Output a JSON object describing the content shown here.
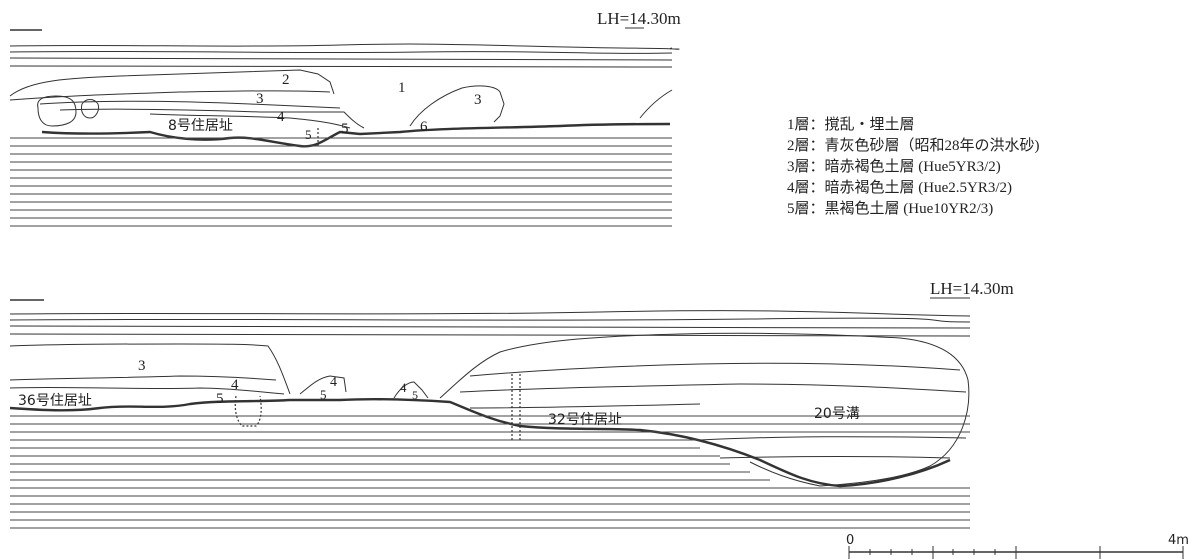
{
  "sections": [
    {
      "datum_label": "LH=14.30m",
      "layer_numbers": [
        "1",
        "2",
        "3",
        "4",
        "5",
        "3",
        "6",
        "5"
      ],
      "features": [
        "8号住居址"
      ]
    },
    {
      "datum_label": "LH=14.30m",
      "layer_numbers": [
        "3",
        "4",
        "5",
        "4",
        "5",
        "4",
        "5"
      ],
      "features": [
        "36号住居址",
        "32号住居址",
        "20号溝"
      ]
    }
  ],
  "legend": [
    "1層：撹乱・埋土層",
    "2層：青灰色砂層（昭和28年の洪水砂)",
    "3層：暗赤褐色土層 (Hue5YR3/2)",
    "4層：暗赤褐色土層 (Hue2.5YR3/2)",
    "5層：黒褐色土層 (Hue10YR2/3)"
  ],
  "scale_bar": {
    "start_label": "0",
    "end_label": "4m"
  }
}
